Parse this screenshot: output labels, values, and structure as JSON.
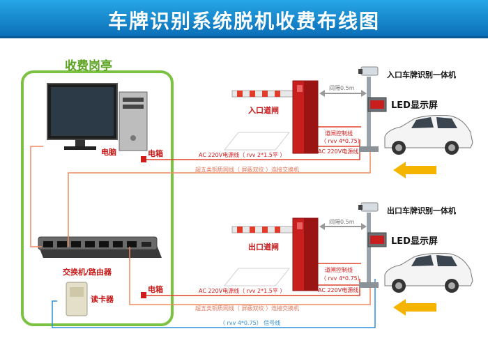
{
  "title": "车牌识别系统脱机收费布线图",
  "booth": {
    "title": "收费岗亭",
    "computer_label": "电脑",
    "switch_label": "交换机/路由器",
    "card_reader_label": "读卡器"
  },
  "entry": {
    "camera_label": "入口车牌识别一体机",
    "led_label": "LED显示屏",
    "gate_label": "入口道闸",
    "spacing_label": "间隔0.5m",
    "control_cable": "道闸控制线",
    "control_cable_spec": "（ rvv 4*0.75）",
    "power_label": "AC 220V电源线",
    "power_cable": "AC 220V电源线（ rvv 2*1.5平 ）",
    "network_cable": "超五类铜质网线（ 屏蔽双绞 ）连接交换机",
    "box_label": "电箱"
  },
  "exit": {
    "camera_label": "出口车牌识别一体机",
    "led_label": "LED显示屏",
    "gate_label": "出口道闸",
    "spacing_label": "间隔0.5m",
    "control_cable": "道闸控制线",
    "control_cable_spec": "（ rvv 4*0.75）",
    "power_label": "AC 220V电源线",
    "power_cable": "AC 220V电源线（ rvv 2*1.5平 ）",
    "network_cable": "超五类铜质网线（ 屏蔽双绞 ）连接交换机",
    "box_label": "电箱"
  },
  "signal_cable": "（ rvv 4*0.75）   信号线",
  "colors": {
    "title_bar": "#1585d0",
    "booth_border": "#7cc242",
    "cable_red": "#e0412a",
    "cable_orange": "#ef8a5e",
    "cable_blue": "#2c8fd6",
    "arrow": "#f5b400"
  }
}
